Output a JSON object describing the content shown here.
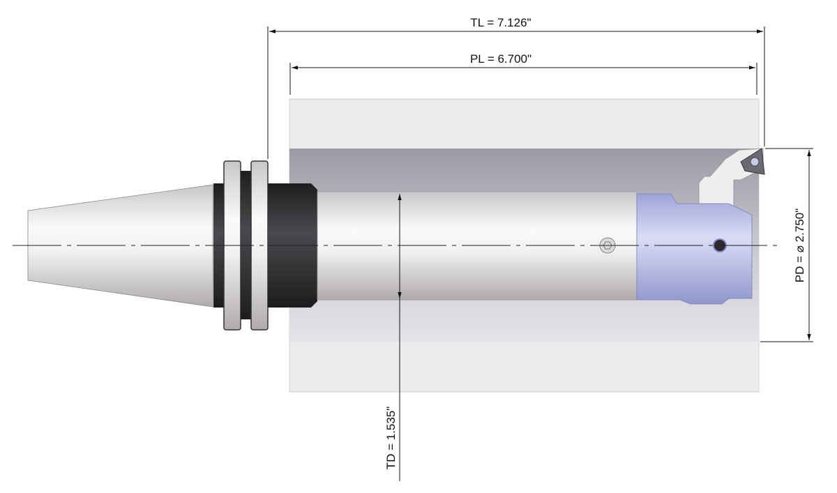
{
  "dimensions": {
    "total_length": "TL = 7.126\"",
    "part_length": "PL = 6.700\"",
    "part_diameter": "PD = ⌀ 2.750\"",
    "tool_diameter": "TD = 1.535\""
  },
  "colors": {
    "workpiece": "#ececee",
    "bore": "#b4b4bc",
    "toolbar_steel": "#e8e6e8",
    "nut_dark": "#2e2e30",
    "head_blue": "#b6bce8"
  }
}
